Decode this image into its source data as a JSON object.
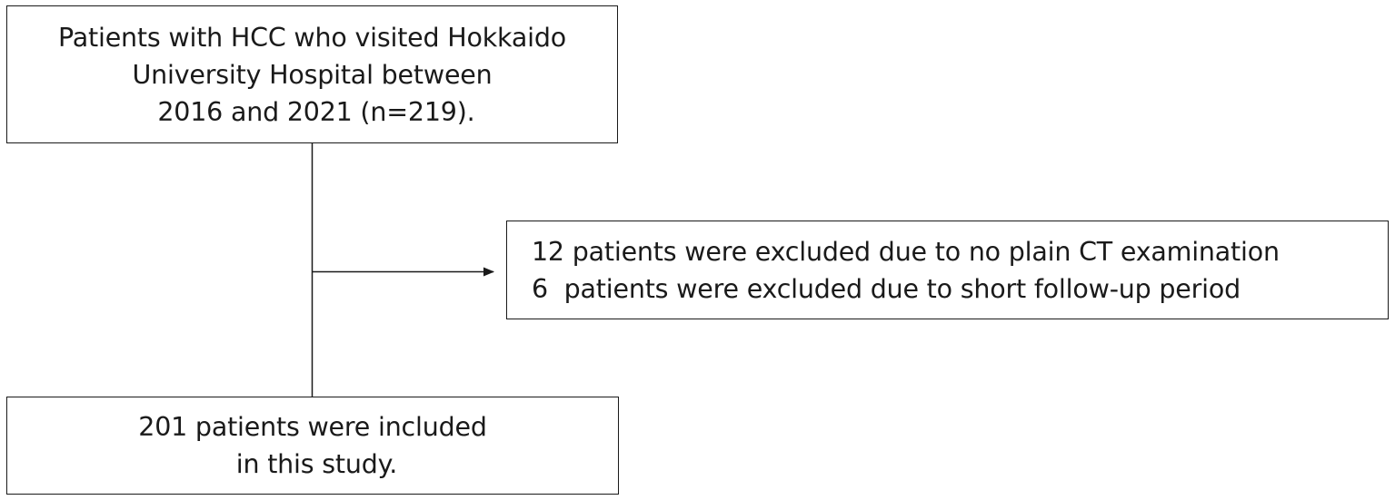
{
  "flowchart": {
    "enrollment": {
      "lines": [
        "Patients with HCC who visited Hokkaido",
        "University Hospital between",
        " 2016 and 2021 (n=219)."
      ]
    },
    "exclusion": {
      "lines": [
        "12 patients were excluded due to no plain CT examination",
        "6  patients were excluded due to short follow-up period"
      ]
    },
    "included": {
      "lines": [
        "201 patients were included",
        " in this study."
      ]
    }
  },
  "colors": {
    "stroke": "#1a1a1a",
    "background": "#ffffff"
  }
}
